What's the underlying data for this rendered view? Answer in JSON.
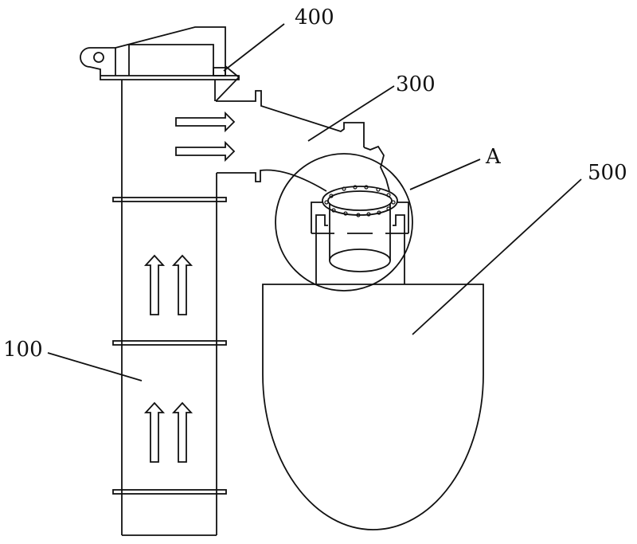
{
  "labels": {
    "label_400": "400",
    "label_300": "300",
    "label_a": "A",
    "label_500": "500",
    "label_100": "100"
  },
  "colors": {
    "line": "#111111",
    "background": "#ffffff"
  }
}
